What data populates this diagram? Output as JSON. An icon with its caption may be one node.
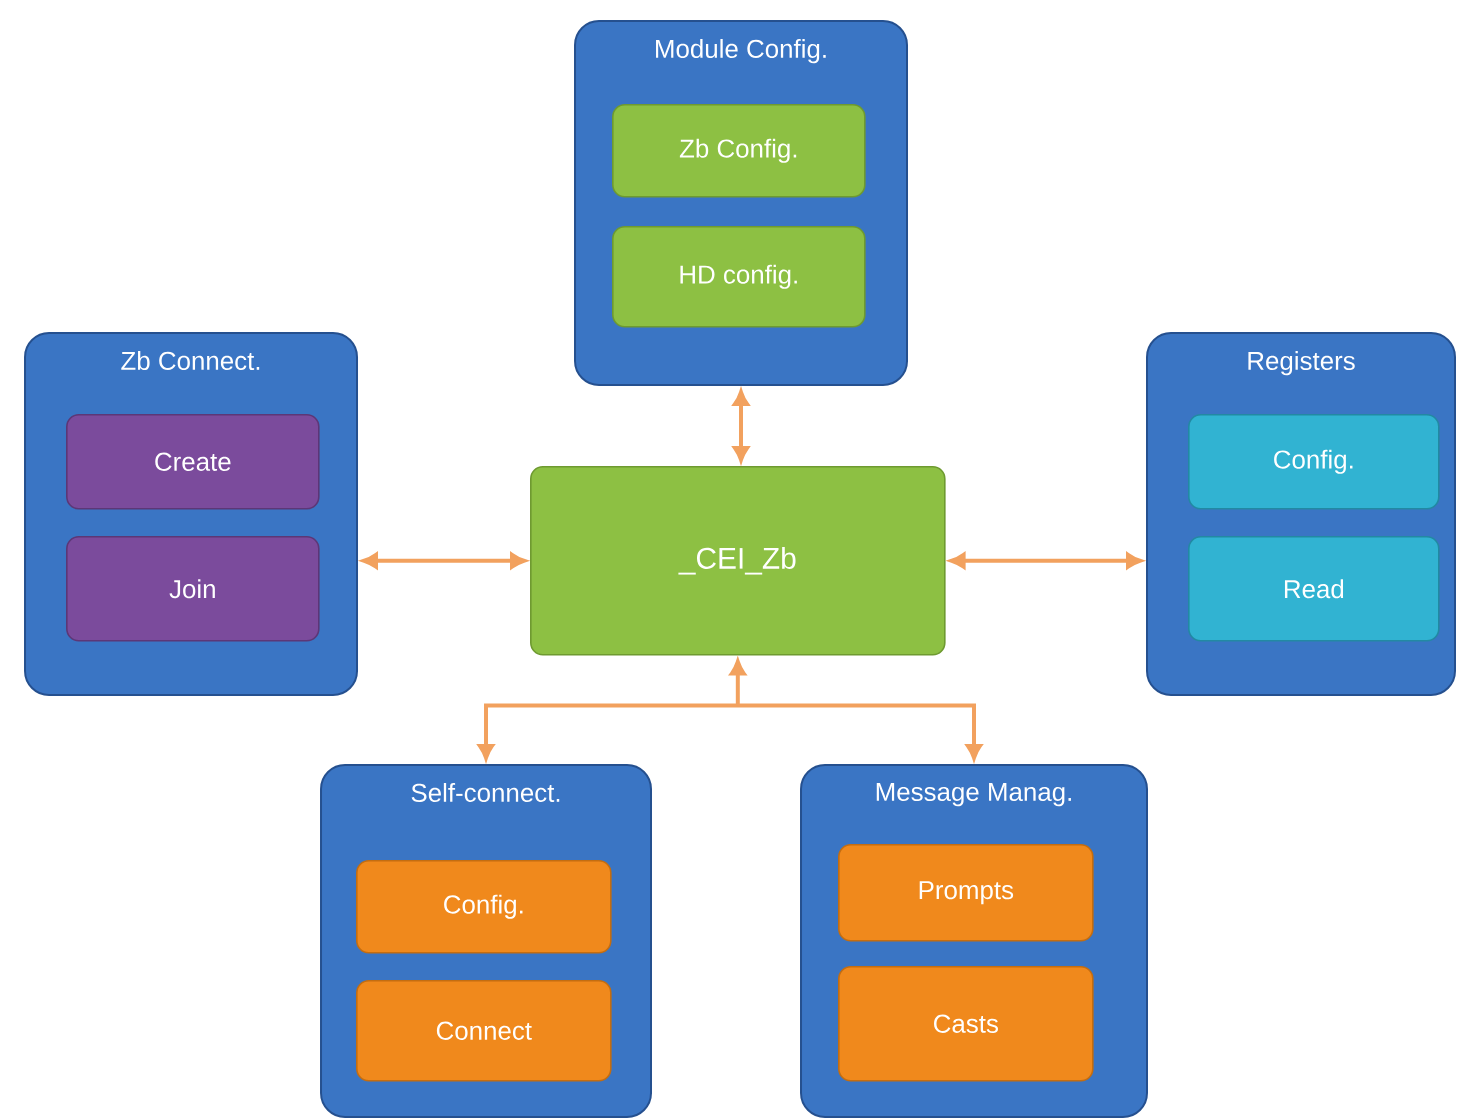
{
  "diagram": {
    "nodes": [
      {
        "text": [
          "Module Config."
        ]
      },
      {
        "text": [
          "Zb Config."
        ],
        "in": 0
      },
      {
        "text": [
          "HD config."
        ],
        "in": 0
      },
      {
        "text": [
          "Zb Connect."
        ]
      },
      {
        "text": [
          "Create"
        ],
        "in": 3
      },
      {
        "text": [
          "Join"
        ],
        "in": 3
      },
      {
        "text": [
          "_CEI_Zb"
        ]
      },
      {
        "text": [
          "Registers"
        ]
      },
      {
        "text": [
          "Config."
        ],
        "in": 7
      },
      {
        "text": [
          "Read"
        ],
        "in": 7
      },
      {
        "text": [
          "Self-connect."
        ]
      },
      {
        "text": [
          "Config."
        ],
        "in": 10
      },
      {
        "text": [
          "Connect"
        ],
        "in": 10
      },
      {
        "text": [
          "Message Manag."
        ]
      },
      {
        "text": [
          "Prompts"
        ],
        "in": 13
      },
      {
        "text": [
          "Casts"
        ],
        "in": 13
      }
    ],
    "edges": [
      {
        "from": 0,
        "to": 6,
        "arrow": "both"
      },
      {
        "from": 3,
        "to": 6,
        "arrow": "both"
      },
      {
        "from": 6,
        "to": 7,
        "arrow": "both"
      },
      {
        "from": 6,
        "to": 10,
        "arrow": "both"
      },
      {
        "from": 6,
        "to": 13,
        "arrow": "both"
      }
    ]
  }
}
